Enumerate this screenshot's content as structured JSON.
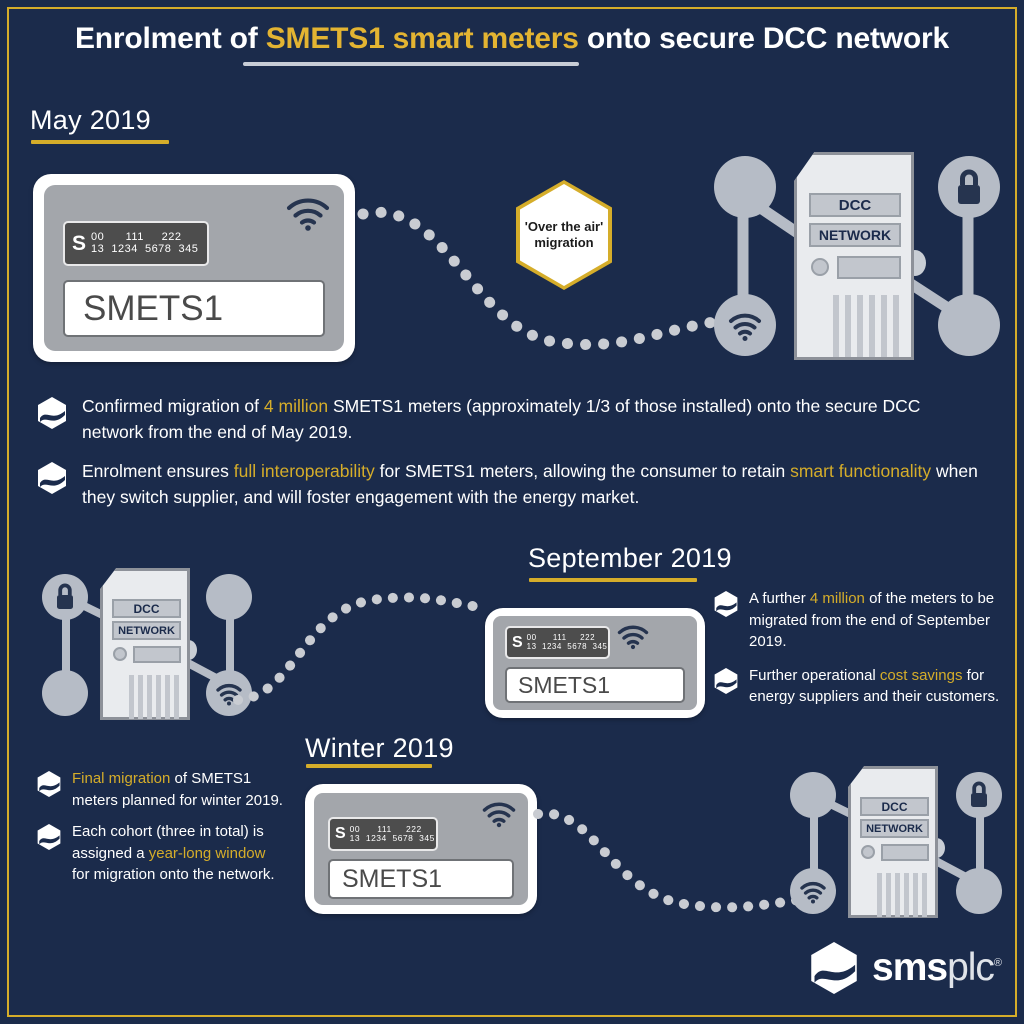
{
  "colors": {
    "background": "#1b2b4b",
    "gold": "#d5ad2a",
    "gold_text": "#e3b432",
    "white": "#ffffff",
    "grey_device": "#a3a6ab",
    "grey_node": "#b6bcc6",
    "lcd": "#4d4d4d"
  },
  "title": {
    "part1": "Enrolment of ",
    "highlight": "SMETS1 smart meters",
    "part2": " onto secure DCC network"
  },
  "meter": {
    "lcd_prefix": "S",
    "lcd_row1": "00      111     222",
    "lcd_row2": "13  1234  5678  345",
    "label": "SMETS1",
    "wifi_icon": "wifi-icon"
  },
  "server": {
    "line1": "DCC",
    "line2": "NETWORK",
    "lock_icon": "lock-icon",
    "wifi_icon": "wifi-icon"
  },
  "callout": {
    "line1": "'Over the air'",
    "line2": "migration"
  },
  "sections": [
    {
      "heading": "May 2019",
      "bullets": [
        [
          {
            "t": "Confirmed migration of ",
            "gold": false
          },
          {
            "t": "4 million",
            "gold": true
          },
          {
            "t": " SMETS1 meters (approximately 1/3 of those installed) onto the secure DCC network from the end of May 2019.",
            "gold": false
          }
        ],
        [
          {
            "t": "Enrolment ensures ",
            "gold": false
          },
          {
            "t": "full interoperability",
            "gold": true
          },
          {
            "t": " for SMETS1 meters, allowing the consumer to retain ",
            "gold": false
          },
          {
            "t": "smart functionality",
            "gold": true
          },
          {
            "t": " when they switch supplier, and will foster engagement with the energy market.",
            "gold": false
          }
        ]
      ]
    },
    {
      "heading": "September 2019",
      "bullets": [
        [
          {
            "t": "A further ",
            "gold": false
          },
          {
            "t": "4 million",
            "gold": true
          },
          {
            "t": " of the meters to be migrated from the end of September 2019.",
            "gold": false
          }
        ],
        [
          {
            "t": "Further operational ",
            "gold": false
          },
          {
            "t": "cost savings",
            "gold": true
          },
          {
            "t": " for energy suppliers and their customers.",
            "gold": false
          }
        ]
      ]
    },
    {
      "heading": "Winter 2019",
      "bullets": [
        [
          {
            "t": "Final migration",
            "gold": true
          },
          {
            "t": " of SMETS1 meters planned for winter 2019.",
            "gold": false
          }
        ],
        [
          {
            "t": "Each cohort (three in total) is assigned a ",
            "gold": false
          },
          {
            "t": "year-long window",
            "gold": true
          },
          {
            "t": " for migration onto the network.",
            "gold": false
          }
        ]
      ]
    }
  ],
  "logo": {
    "bold": "sms",
    "light": "plc",
    "registered": "®",
    "mark": "sms-hexagon-logo-icon"
  }
}
